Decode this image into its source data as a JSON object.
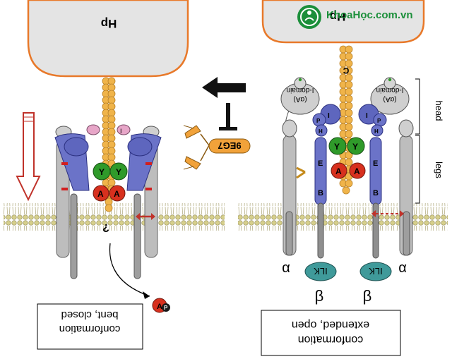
{
  "watermark": {
    "site": "KhoaHọc",
    "site_tld": ".com.vn",
    "site_full": "KhoaHọc.com.vn"
  },
  "labels": {
    "hp_left": "Hp",
    "hp_right": "Hp",
    "c_terminal": "C",
    "idomain_left": "I-domain",
    "idomain_left_sub": "(αA)",
    "idomain_right": "I-domain",
    "idomain_right_sub": "(αA)",
    "head": "head",
    "legs": "legs",
    "alpha_left": "α",
    "alpha_right": "α",
    "beta_left": "β",
    "beta_right": "β",
    "ilk_left": "ILK",
    "ilk_right": "ILK",
    "molecule": "9EG7",
    "phosphate": "P",
    "phosphate_a": "A",
    "question": "?",
    "bent_line1": "bent, closed",
    "bent_line2": "conformation",
    "ext_line1": "extended, open",
    "ext_line2": "conformation",
    "domain_I": "I",
    "domain_P": "P",
    "domain_H": "H",
    "domain_Y": "Y",
    "domain_A": "A",
    "domain_E": "E",
    "domain_B": "B",
    "tbar": "T"
  },
  "colors": {
    "hp_fill": "#e4e4e4",
    "hp_stroke": "#e8792a",
    "bead": "#f0b44a",
    "integrin_blue": "#6b73c8",
    "leg_gray": "#b8b8b8",
    "domain_green": "#2f9a2a",
    "domain_red": "#d7301e",
    "ilk_teal": "#3f9a9a",
    "membrane_head": "#c9c27a",
    "arrow_red": "#c0322a"
  }
}
